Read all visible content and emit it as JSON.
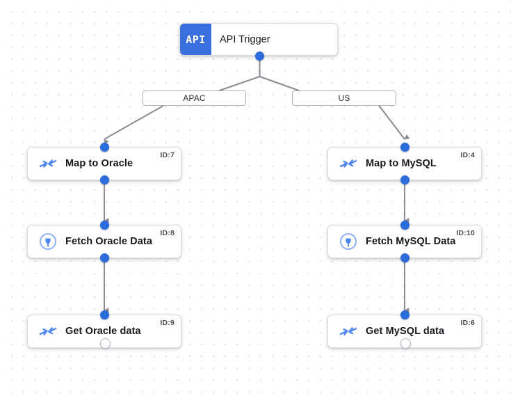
{
  "canvas": {
    "background_color": "#ffffff",
    "dot_color": "#e3e3e6",
    "accent_blue": "#3b6fdd",
    "port_blue": "#2b6cdb",
    "edge_gray": "#8b8d93"
  },
  "trigger": {
    "badge_text": "API",
    "title": "API Trigger",
    "icon": "api-badge-icon"
  },
  "branches": [
    {
      "label": "APAC"
    },
    {
      "label": "US"
    }
  ],
  "nodes": [
    {
      "label": "Map to Oracle",
      "id_label": "ID:7",
      "icon": "map-merge-arrows-icon",
      "output_port": "filled"
    },
    {
      "label": "Fetch Oracle Data",
      "id_label": "ID:8",
      "icon": "database-connector-icon",
      "output_port": "filled"
    },
    {
      "label": "Get Oracle data",
      "id_label": "ID:9",
      "icon": "map-merge-arrows-icon",
      "output_port": "hollow"
    },
    {
      "label": "Map to MySQL",
      "id_label": "ID:4",
      "icon": "map-merge-arrows-icon",
      "output_port": "filled"
    },
    {
      "label": "Fetch MySQL Data",
      "id_label": "ID:10",
      "icon": "database-connector-icon",
      "output_port": "filled"
    },
    {
      "label": "Get MySQL data",
      "id_label": "ID:6",
      "icon": "map-merge-arrows-icon",
      "output_port": "hollow"
    }
  ]
}
